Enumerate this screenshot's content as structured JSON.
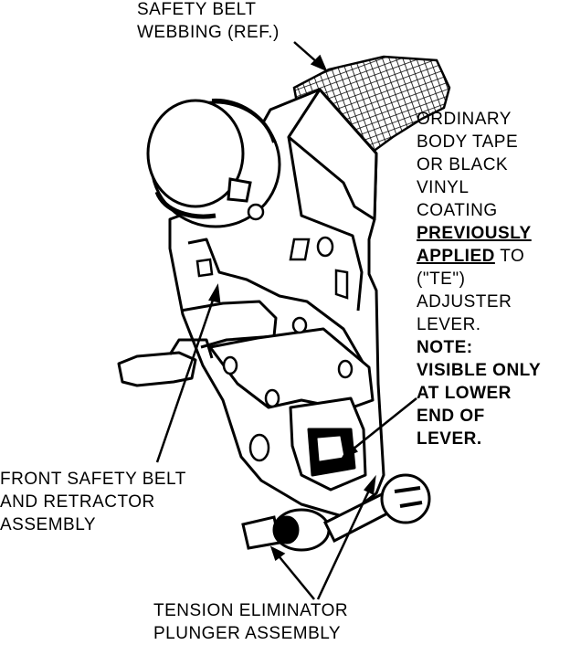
{
  "labels": {
    "webbing": {
      "line1": "SAFETY BELT",
      "line2": "WEBBING (REF.)"
    },
    "tape_note": {
      "line1": "ORDINARY",
      "line2": "BODY TAPE",
      "line3": "OR BLACK",
      "line4": "VINYL",
      "line5": "COATING",
      "line6": "PREVIOUSLY",
      "line7_underlined": "APPLIED",
      "line7_rest": " TO",
      "line8": "(\"TE\")",
      "line9": "ADJUSTER",
      "line10": "LEVER.",
      "line11": "NOTE:",
      "line12": "VISIBLE ONLY",
      "line13": "AT LOWER",
      "line14": "END OF",
      "line15": "LEVER."
    },
    "retractor": {
      "line1": "FRONT SAFETY BELT",
      "line2": "AND RETRACTOR",
      "line3": "ASSEMBLY"
    },
    "plunger": {
      "line1": "TENSION ELIMINATOR",
      "line2": "PLUNGER ASSEMBLY"
    }
  },
  "colors": {
    "ink": "#000000",
    "paper": "#ffffff"
  }
}
